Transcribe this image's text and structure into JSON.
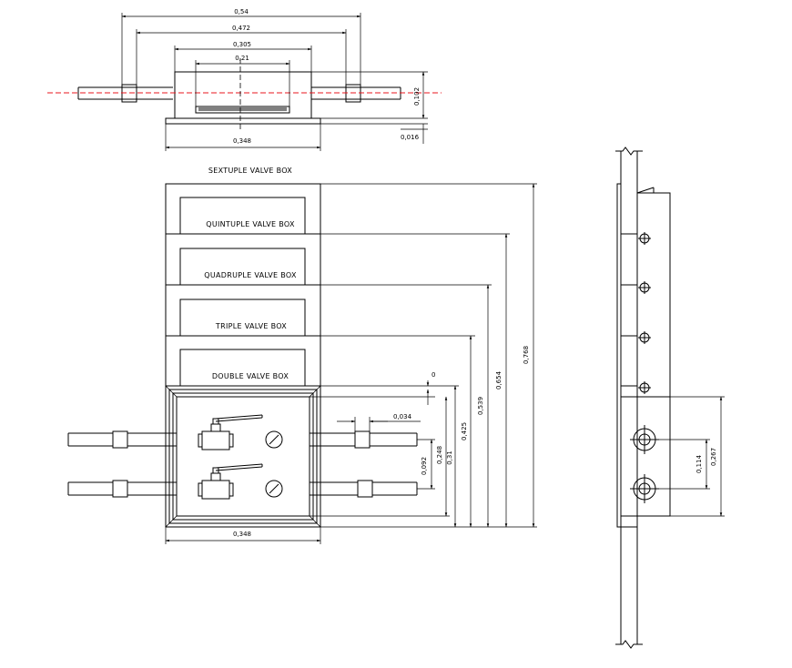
{
  "labels": {
    "sextuple": "SEXTUPLE VALVE BOX",
    "quintuple": "QUINTUPLE VALVE BOX",
    "quadruple": "QUADRUPLE VALVE BOX",
    "triple": "TRIPLE VALVE BOX",
    "double": "DOUBLE VALVE BOX"
  },
  "dims_top": {
    "d054": "0,54",
    "d0472": "0,472",
    "d0305": "0,305",
    "d021": "0,21",
    "d0348": "0,348",
    "d0102": "0,102",
    "d0016": "0,016"
  },
  "dims_front": {
    "d0348": "0,348",
    "d0034": "0,034",
    "d0": "0",
    "d0092": "0,092",
    "d0248": "0,248",
    "d031": "0,31",
    "d0425": "0,425",
    "d0539": "0,539",
    "d0654": "0,654",
    "d0768": "0,768"
  },
  "dims_side": {
    "d0114": "0,114",
    "d0267": "0,267"
  }
}
